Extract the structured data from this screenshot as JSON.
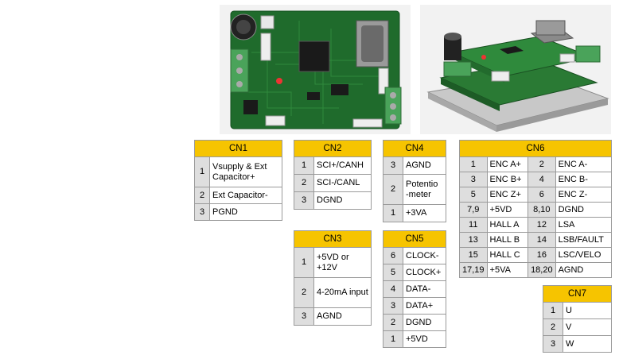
{
  "connectors": {
    "cn1": {
      "title": "CN1",
      "rows": [
        {
          "pin": "1",
          "signal": "Vsupply & Ext Capacitor+"
        },
        {
          "pin": "2",
          "signal": "Ext Capacitor-"
        },
        {
          "pin": "3",
          "signal": "PGND"
        }
      ]
    },
    "cn2": {
      "title": "CN2",
      "rows": [
        {
          "pin": "1",
          "signal": "SCI+/CANH"
        },
        {
          "pin": "2",
          "signal": "SCI-/CANL"
        },
        {
          "pin": "3",
          "signal": "DGND"
        }
      ]
    },
    "cn3": {
      "title": "CN3",
      "rows": [
        {
          "pin": "1",
          "signal": "+5VD or +12V"
        },
        {
          "pin": "2",
          "signal": "4-20mA input"
        },
        {
          "pin": "3",
          "signal": "AGND"
        }
      ]
    },
    "cn4": {
      "title": "CN4",
      "rows": [
        {
          "pin": "3",
          "signal": "AGND"
        },
        {
          "pin": "2",
          "signal": "Potentio -meter"
        },
        {
          "pin": "1",
          "signal": "+3VA"
        }
      ]
    },
    "cn5": {
      "title": "CN5",
      "rows": [
        {
          "pin": "6",
          "signal": "CLOCK-"
        },
        {
          "pin": "5",
          "signal": "CLOCK+"
        },
        {
          "pin": "4",
          "signal": "DATA-"
        },
        {
          "pin": "3",
          "signal": "DATA+"
        },
        {
          "pin": "2",
          "signal": "DGND"
        },
        {
          "pin": "1",
          "signal": "+5VD"
        }
      ]
    },
    "cn6": {
      "title": "CN6",
      "rows": [
        {
          "pin_a": "1",
          "signal_a": "ENC A+",
          "pin_b": "2",
          "signal_b": "ENC A-"
        },
        {
          "pin_a": "3",
          "signal_a": "ENC B+",
          "pin_b": "4",
          "signal_b": "ENC B-"
        },
        {
          "pin_a": "5",
          "signal_a": "ENC Z+",
          "pin_b": "6",
          "signal_b": "ENC Z-"
        },
        {
          "pin_a": "7,9",
          "signal_a": "+5VD",
          "pin_b": "8,10",
          "signal_b": "DGND"
        },
        {
          "pin_a": "11",
          "signal_a": "HALL A",
          "pin_b": "12",
          "signal_b": "LSA"
        },
        {
          "pin_a": "13",
          "signal_a": "HALL B",
          "pin_b": "14",
          "signal_b": "LSB/FAULT"
        },
        {
          "pin_a": "15",
          "signal_a": "HALL C",
          "pin_b": "16",
          "signal_b": "LSC/VELO"
        },
        {
          "pin_a": "17,19",
          "signal_a": "+5VA",
          "pin_b": "18,20",
          "signal_b": "AGND"
        }
      ]
    },
    "cn7": {
      "title": "CN7",
      "rows": [
        {
          "pin": "1",
          "signal": "U"
        },
        {
          "pin": "2",
          "signal": "V"
        },
        {
          "pin": "3",
          "signal": "W"
        }
      ]
    }
  },
  "colors": {
    "header": "#f6c400",
    "pin_cell": "#dedede",
    "border": "#9a9a9a",
    "pcb": "#1f6b2c"
  }
}
